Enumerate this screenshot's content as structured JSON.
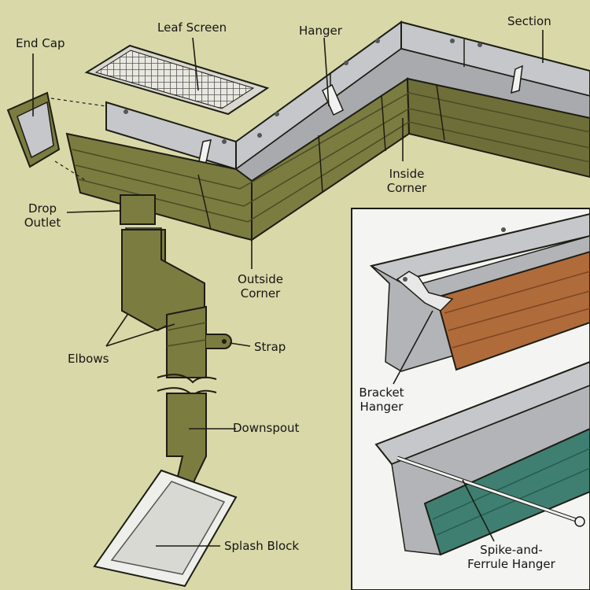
{
  "colors": {
    "background": "#d9d8a8",
    "gutter_face": "#7b7c40",
    "gutter_face_dark": "#5f6130",
    "metal_inner": "#c5c7cb",
    "metal_dark": "#9a9ca1",
    "inset_background": "#f4f4f2",
    "copper": "#b06b3a",
    "teal": "#3e7f72",
    "outline": "#1d1d14"
  },
  "labels": {
    "end_cap": "End Cap",
    "leaf_screen": "Leaf Screen",
    "hanger": "Hanger",
    "section": "Section",
    "inside_corner_1": "Inside",
    "inside_corner_2": "Corner",
    "drop_outlet_1": "Drop",
    "drop_outlet_2": "Outlet",
    "outside_corner_1": "Outside",
    "outside_corner_2": "Corner",
    "elbows": "Elbows",
    "strap": "Strap",
    "downspout": "Downspout",
    "splash_block": "Splash Block",
    "bracket_hanger_1": "Bracket",
    "bracket_hanger_2": "Hanger",
    "spike_ferrule_1": "Spike-and-",
    "spike_ferrule_2": "Ferrule Hanger"
  }
}
